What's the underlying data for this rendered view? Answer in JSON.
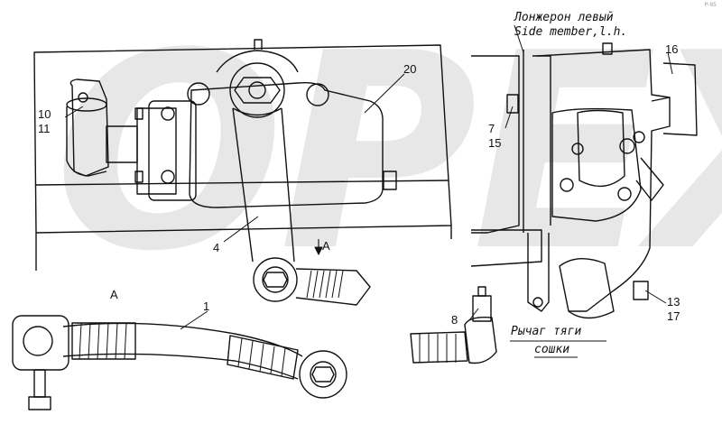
{
  "watermark": "OPEX",
  "corner_mark": "P-95",
  "callouts": {
    "c1": "1",
    "c4": "4",
    "c7": "7",
    "c8": "8",
    "c10": "10",
    "c11": "11",
    "c13": "13",
    "c15": "15",
    "c16": "16",
    "c17": "17",
    "c20": "20",
    "view_a": "A",
    "view_a_arrow": "A"
  },
  "captions": {
    "frame_ru": "Лонжерон левый",
    "frame_en": "Side member,l.h.",
    "arm_ru_line1": "Рычаг тяги",
    "arm_ru_line2": "сошки"
  },
  "colors": {
    "ink": "#111111",
    "watermark": "#aaaaaa",
    "paper": "#ffffff"
  }
}
